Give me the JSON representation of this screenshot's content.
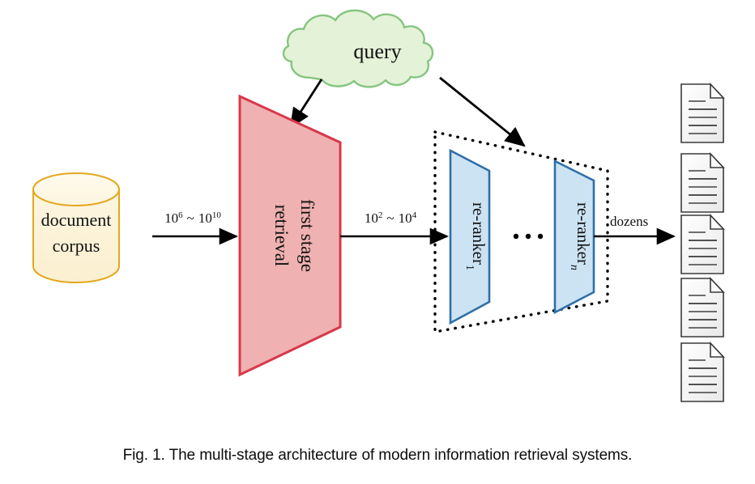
{
  "figure": {
    "caption_prefix": "Fig. 1.",
    "caption_text": "The multi-stage architecture of modern information retrieval systems.",
    "caption_full": "Fig. 1.  The multi-stage architecture of modern information retrieval systems."
  },
  "nodes": {
    "corpus": {
      "label_line1": "document",
      "label_line2": "corpus",
      "shape": "cylinder",
      "fill": "#fdf3d7",
      "stroke": "#e3a81e"
    },
    "query": {
      "label": "query",
      "shape": "cloud",
      "fill": "#e4f2d8",
      "stroke": "#82c07c"
    },
    "first_stage": {
      "label_line1": "first stage",
      "label_line2": "retrieval",
      "label_full": "first stage retrieval",
      "shape": "trapezoid",
      "fill": "#efb1b1",
      "stroke": "#d9384a"
    },
    "reranker_first": {
      "label": "re-ranker",
      "subscript": "1",
      "shape": "trapezoid",
      "fill": "#cce3f3",
      "stroke": "#2f6fa8"
    },
    "reranker_last": {
      "label": "re-ranker",
      "subscript": "n",
      "shape": "trapezoid",
      "fill": "#cce3f3",
      "stroke": "#2f6fa8"
    },
    "reranker_group": {
      "ellipsis": "· · ·",
      "border_style": "dotted",
      "stroke": "#000000"
    },
    "results": {
      "icon": "document-icon",
      "count": 5
    }
  },
  "edges": {
    "corpus_to_first_stage": {
      "base": "10",
      "exp1": "6",
      "tilde": "~",
      "base2": "10",
      "exp2": "10",
      "label_full": "10⁶ ~ 10¹⁰"
    },
    "first_stage_to_rerankers": {
      "base": "10",
      "exp1": "2",
      "tilde": "~",
      "base2": "10",
      "exp2": "4",
      "label_full": "10² ~ 10⁴"
    },
    "rerankers_to_results": {
      "label": "dozens"
    },
    "query_to_first_stage": {
      "label": ""
    },
    "query_to_rerankers": {
      "label": ""
    }
  },
  "colors": {
    "background": "#ffffff",
    "arrow": "#000000",
    "doc_fill": "#f7f7f7",
    "doc_stroke": "#3a3a3a",
    "doc_line": "#5a5a5a"
  }
}
